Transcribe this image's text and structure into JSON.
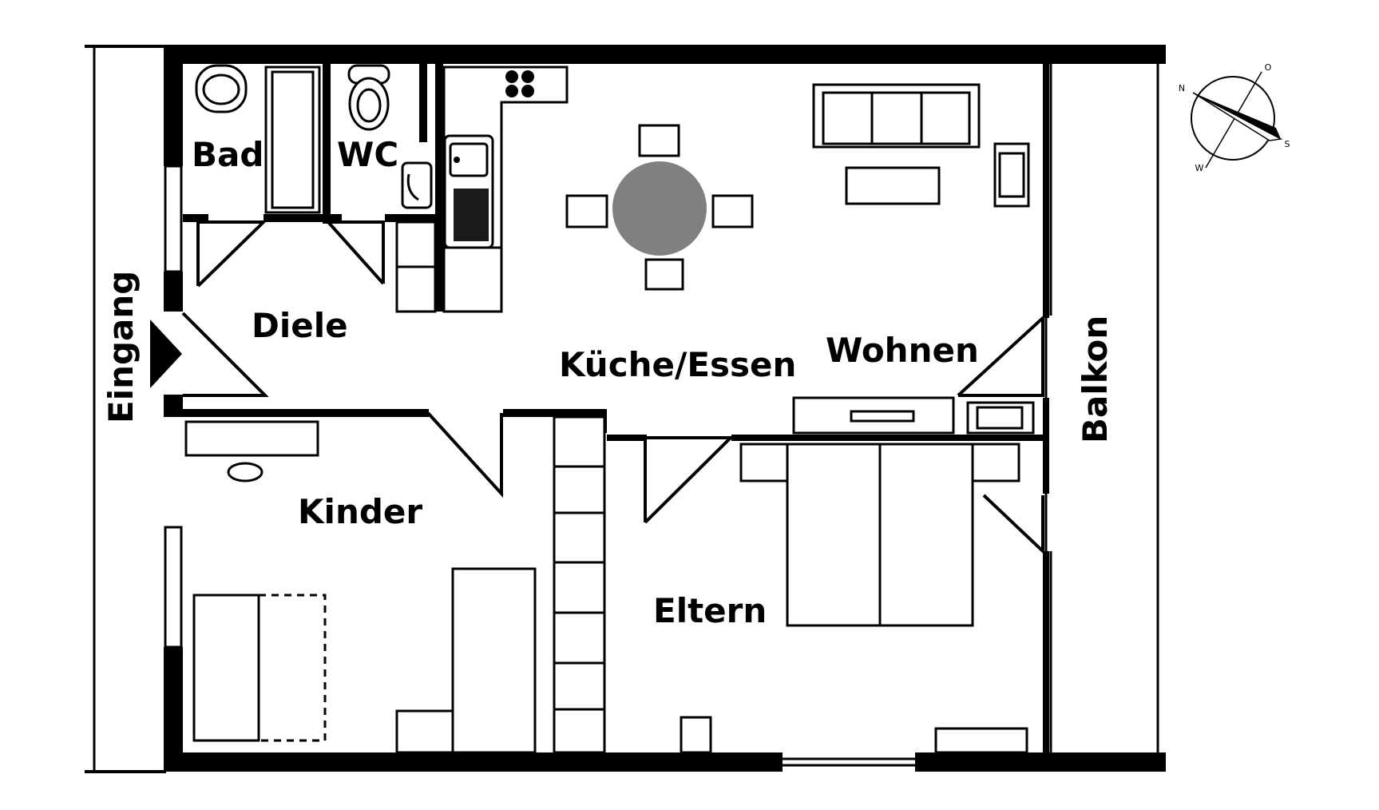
{
  "rooms": {
    "bad": "Bad",
    "wc": "WC",
    "diele": "Diele",
    "kueche": "Küche/Essen",
    "wohnen": "Wohnen",
    "kinder": "Kinder",
    "eltern": "Eltern",
    "balkon": "Balkon",
    "eingang": "Eingang"
  },
  "compass": {
    "n": "N",
    "o": "O",
    "s": "S",
    "w": "W"
  },
  "colors": {
    "walls": "#000000",
    "table": "#808080",
    "background": "#ffffff"
  },
  "icons": [
    "entrance-arrow-icon",
    "compass-rose-icon",
    "toilet-icon",
    "sink-icon",
    "stove-icon"
  ]
}
